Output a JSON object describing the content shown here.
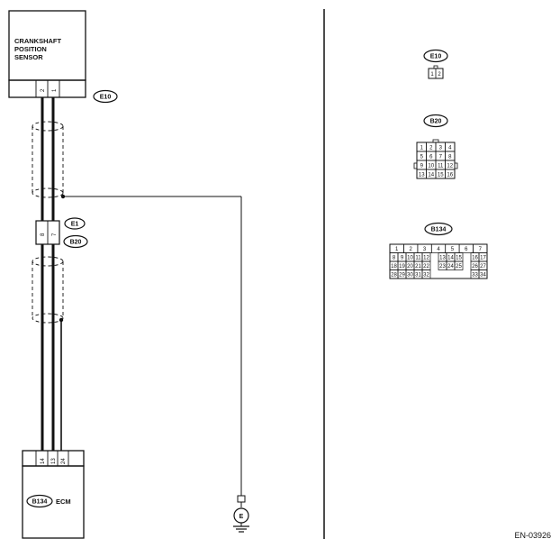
{
  "sensor": {
    "line1": "CRANKSHAFT",
    "line2": "POSITION",
    "line3": "SENSOR",
    "pins": [
      "2",
      "1"
    ]
  },
  "connectors": {
    "e10_tag": "E10",
    "e1_tag": "E1",
    "b20_tag": "B20",
    "e1_pins": [
      "8",
      "7"
    ]
  },
  "ecm": {
    "tag": "B134",
    "label": "ECM",
    "pins": [
      "14",
      "13",
      "24"
    ]
  },
  "ground": {
    "symbol": "E"
  },
  "code": "EN-03926",
  "connector_views": {
    "e10": {
      "tag": "E10",
      "rows": [
        [
          "1",
          "2"
        ]
      ]
    },
    "b20": {
      "tag": "B20",
      "rows": [
        [
          "1",
          "2",
          "3",
          "4"
        ],
        [
          "5",
          "6",
          "7",
          "8"
        ],
        [
          "9",
          "10",
          "11",
          "12"
        ],
        [
          "13",
          "14",
          "15",
          "16"
        ]
      ]
    },
    "b134": {
      "tag": "B134",
      "top": [
        "1",
        "2",
        "3",
        "4",
        "5",
        "6",
        "7"
      ],
      "rows": [
        [
          "8",
          "9",
          "10",
          "11",
          "12",
          "",
          "13",
          "14",
          "15",
          "",
          "16",
          "17"
        ],
        [
          "18",
          "19",
          "20",
          "21",
          "22",
          "",
          "23",
          "24",
          "25",
          "",
          "26",
          "27"
        ],
        [
          "28",
          "29",
          "30",
          "31",
          "32",
          "",
          "",
          "",
          "",
          "",
          "33",
          "34"
        ]
      ]
    }
  }
}
